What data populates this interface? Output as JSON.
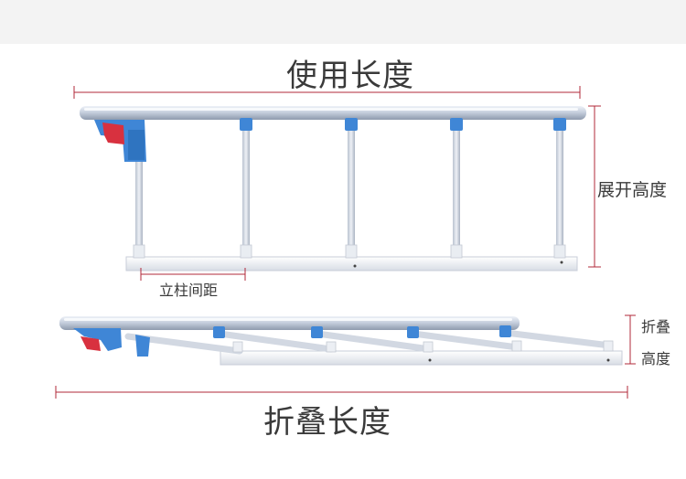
{
  "labels": {
    "use_length": "使用长度",
    "unfolded_height": "展开高度",
    "post_spacing": "立柱间距",
    "folded_height_line1": "折叠",
    "folded_height_line2": "高度",
    "folded_length": "折叠长度"
  },
  "colors": {
    "dimension_line": "#b2283a",
    "rail": "#c9d2e0",
    "rail_highlight": "#f4f7fb",
    "bracket_blue": "#3f86d6",
    "handle_red": "#d8313f",
    "text": "#3a3a3a"
  },
  "icons": {
    "rail_illustration": "bed-rail-unfolded",
    "folded_illustration": "bed-rail-folded"
  }
}
